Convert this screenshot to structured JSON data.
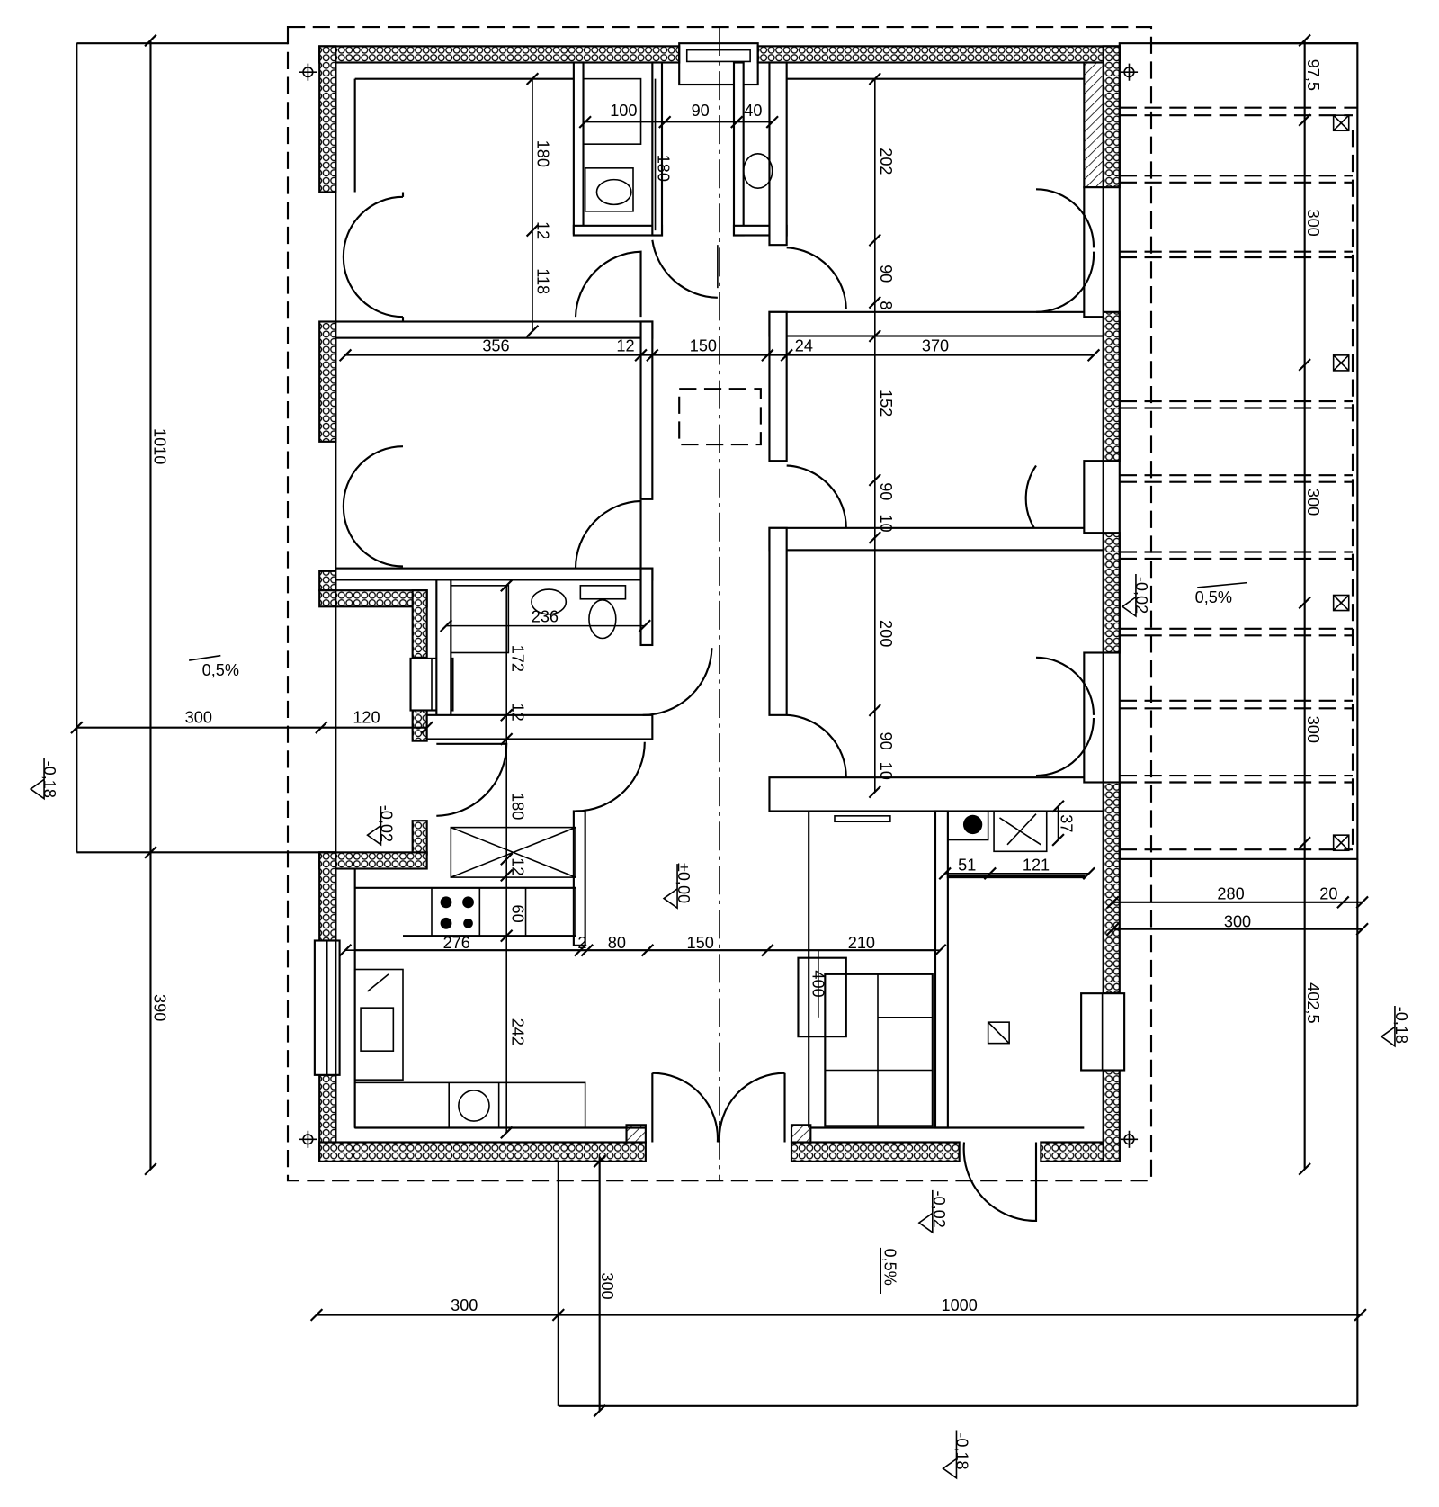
{
  "drawing": {
    "type": "floor-plan",
    "dimensions_horizontal": [
      "100",
      "90",
      "40",
      "356",
      "12",
      "150",
      "24",
      "370",
      "236",
      "300",
      "120",
      "276",
      "2",
      "80",
      "150",
      "210",
      "51",
      "121",
      "280",
      "20",
      "300",
      "300",
      "1000"
    ],
    "dimensions_vertical": [
      "180",
      "180",
      "12",
      "118",
      "202",
      "90",
      "8",
      "152",
      "90",
      "10",
      "200",
      "90",
      "10",
      "172",
      "12",
      "180",
      "12",
      "60",
      "242",
      "400",
      "37",
      "1010",
      "390",
      "97,5",
      "300",
      "300",
      "300",
      "402,5",
      "300"
    ],
    "levels": [
      "±0,00",
      "-0,18",
      "-0,02",
      "-0,02",
      "-0,02",
      "-0,18",
      "-0,18"
    ],
    "slopes": [
      "0,5%",
      "0,5%",
      "0,5%"
    ]
  }
}
